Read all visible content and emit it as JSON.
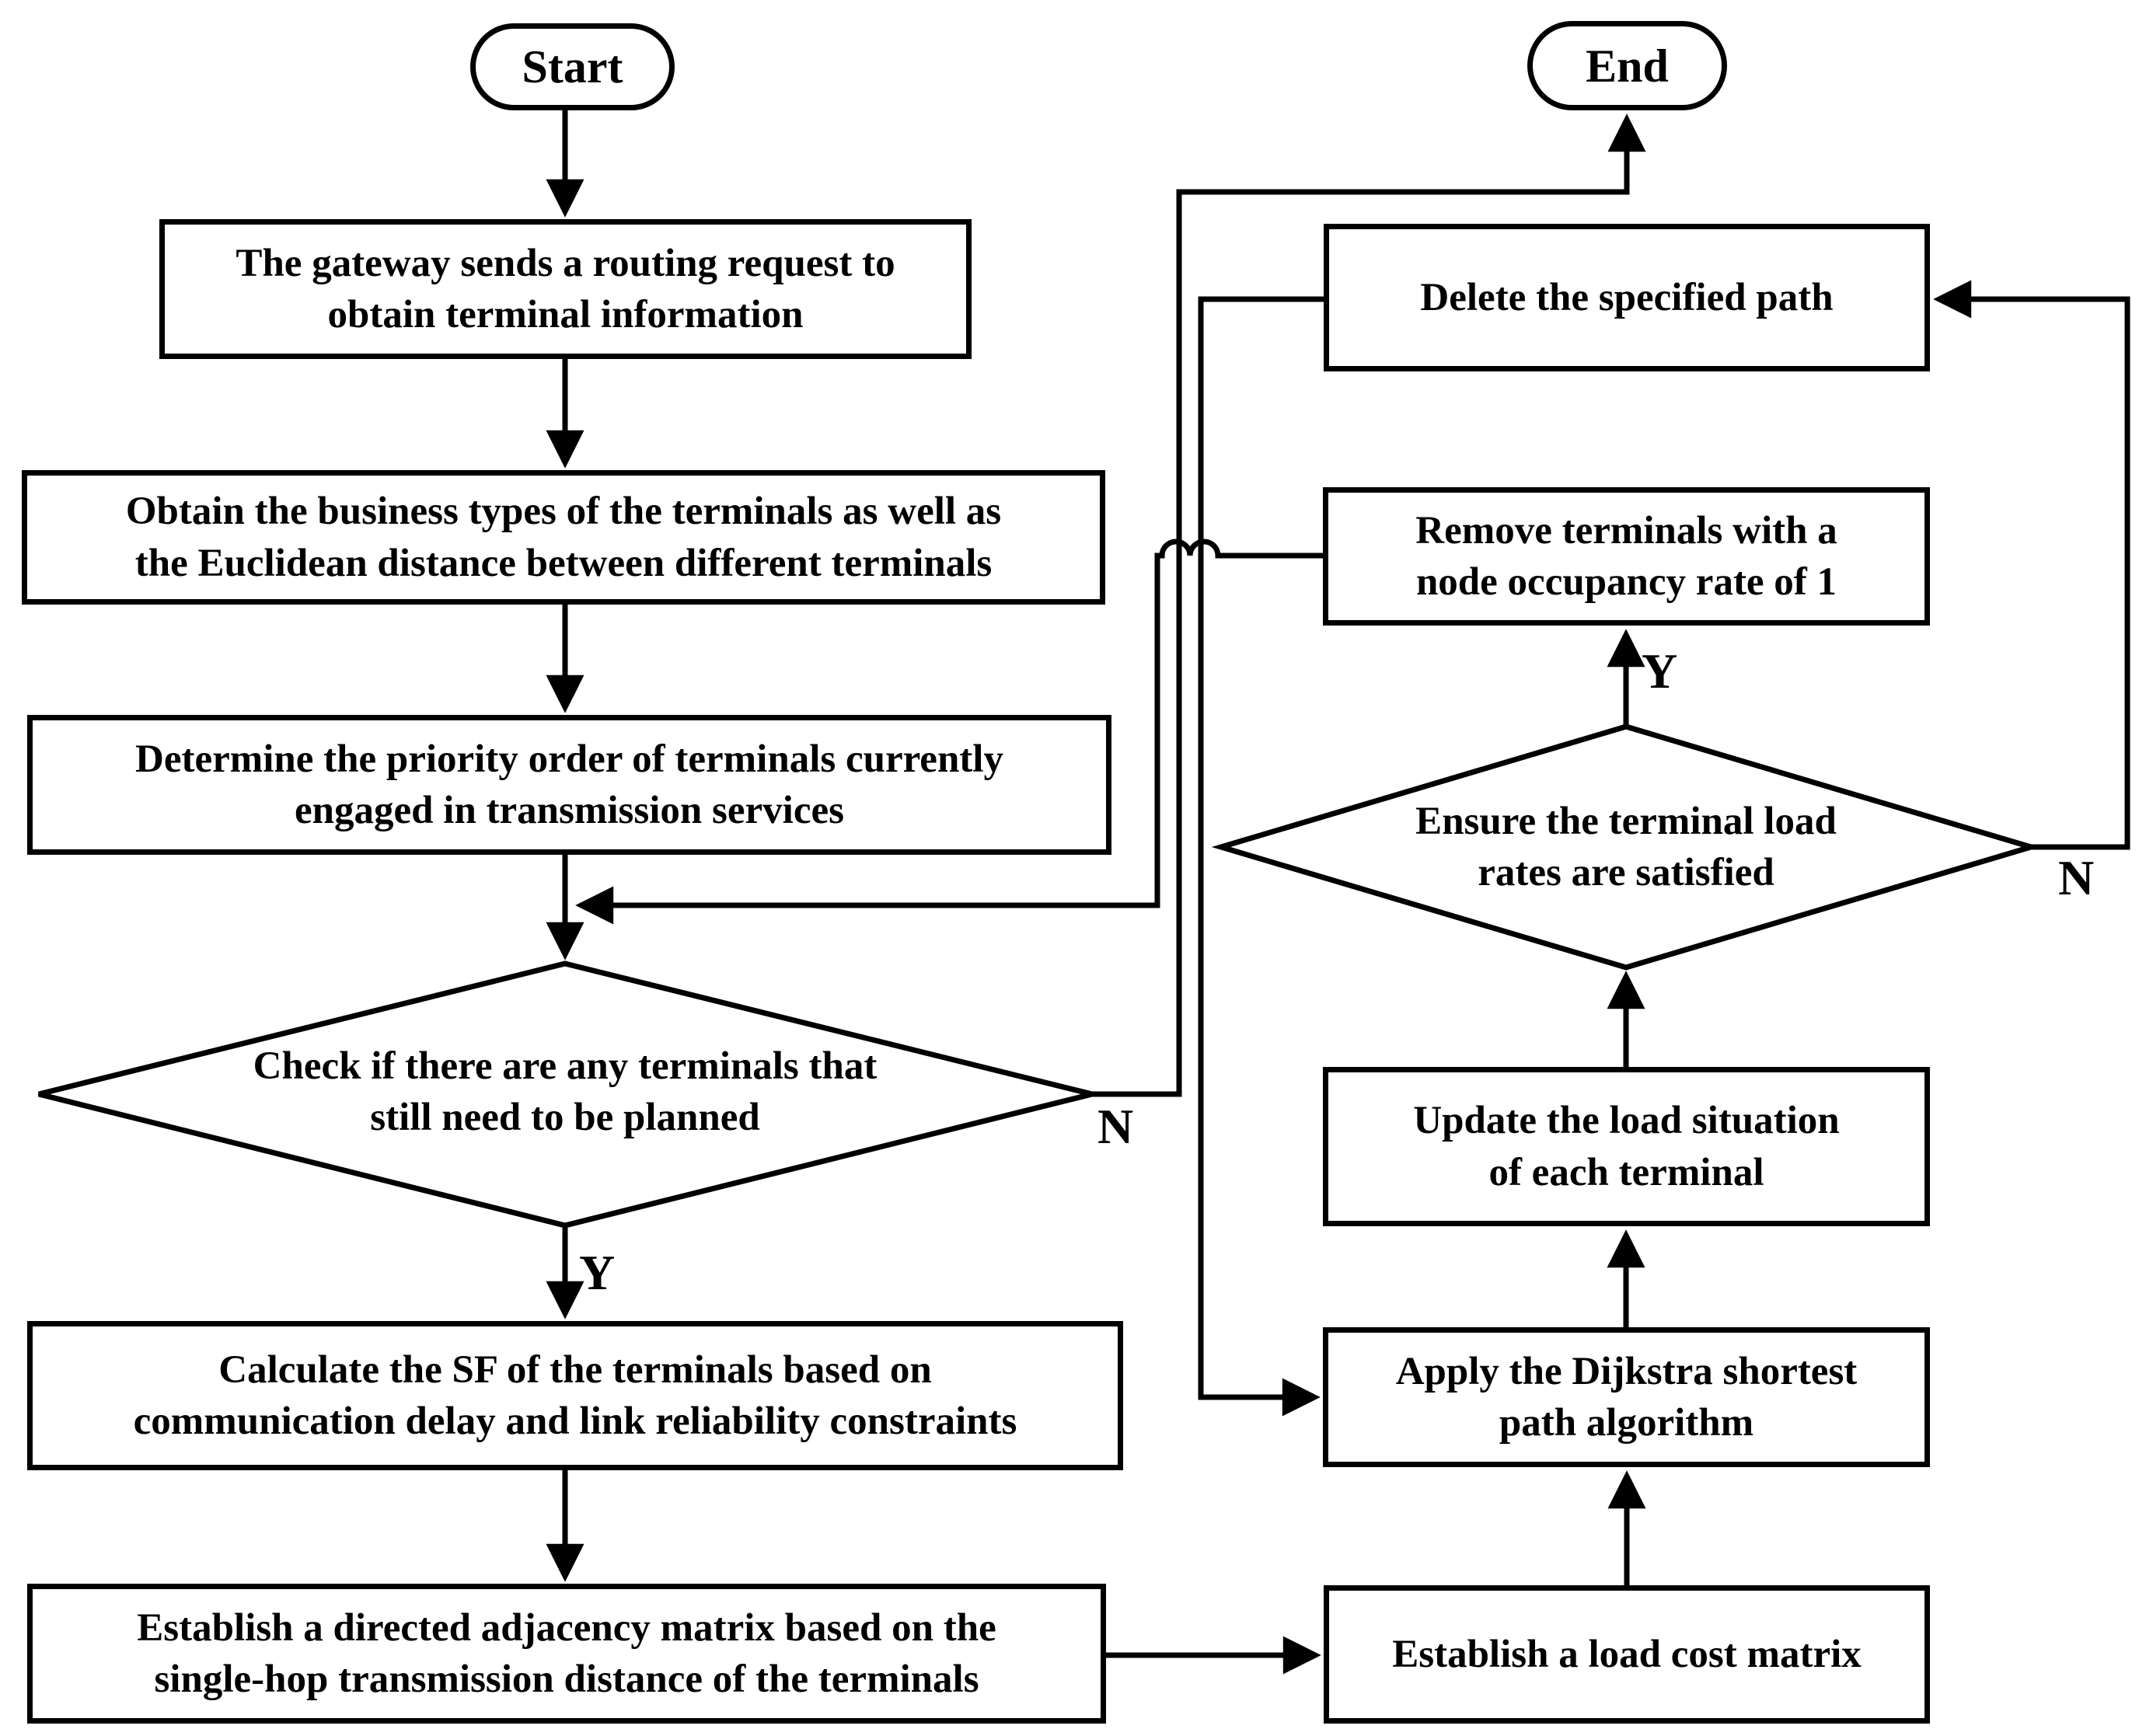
{
  "diagram": {
    "type": "flowchart",
    "colors": {
      "line": "#000000",
      "background": "#ffffff",
      "text": "#000000"
    },
    "nodes": {
      "start": {
        "shape": "rounded",
        "label": "Start"
      },
      "gateway": {
        "shape": "process",
        "label": "The gateway sends a routing request to\nobtain terminal information"
      },
      "obtain": {
        "shape": "process",
        "label": "Obtain the business types of the terminals as well as\nthe Euclidean distance between different terminals"
      },
      "determine": {
        "shape": "process",
        "label": "Determine the priority order of terminals currently\nengaged in transmission services"
      },
      "check": {
        "shape": "decision",
        "label": "Check if there are any terminals that\nstill need to be planned"
      },
      "calculate": {
        "shape": "process",
        "label": "Calculate the SF of the terminals based on\ncommunication delay and link reliability constraints"
      },
      "adjacency": {
        "shape": "process",
        "label": "Establish a directed adjacency matrix based on the\nsingle-hop transmission distance of the terminals"
      },
      "end": {
        "shape": "rounded",
        "label": "End"
      },
      "delete": {
        "shape": "process",
        "label": "Delete the specified path"
      },
      "remove": {
        "shape": "process",
        "label": "Remove terminals with a\nnode occupancy rate of 1"
      },
      "ensure": {
        "shape": "decision",
        "label": "Ensure the terminal load\nrates are satisfied"
      },
      "update": {
        "shape": "process",
        "label": "Update the load situation\nof each terminal"
      },
      "dijkstra": {
        "shape": "process",
        "label": "Apply the Dijkstra shortest\npath algorithm"
      },
      "loadcost": {
        "shape": "process",
        "label": "Establish a load cost matrix"
      }
    },
    "branch_labels": {
      "check_yes": "Y",
      "check_no": "N",
      "ensure_yes": "Y",
      "ensure_no": "N"
    },
    "edges": [
      "start -> gateway",
      "gateway -> obtain",
      "obtain -> determine",
      "determine -> check",
      "check -N-> end",
      "check -Y-> calculate",
      "calculate -> adjacency",
      "adjacency -> loadcost",
      "loadcost -> dijkstra",
      "dijkstra -> update",
      "update -> ensure",
      "ensure -Y-> remove",
      "ensure -N-> delete",
      "remove -> check",
      "delete -> dijkstra"
    ]
  }
}
